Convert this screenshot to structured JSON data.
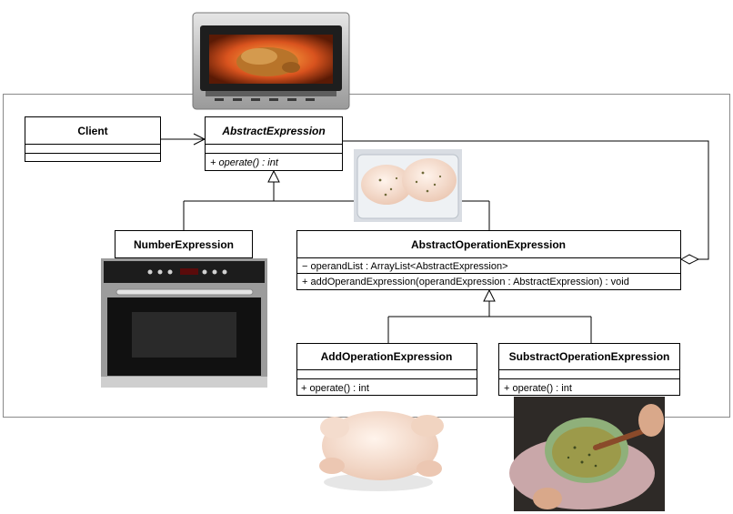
{
  "classes": {
    "client": {
      "name": "Client"
    },
    "abstract_expression": {
      "name": "AbstractExpression",
      "operation": "+ operate() : int"
    },
    "number_expression": {
      "name": "NumberExpression"
    },
    "abstract_operation_expression": {
      "name": "AbstractOperationExpression",
      "attribute": "− operandList : ArrayList<AbstractExpression>",
      "operation": "+ addOperandExpression(operandExpression : AbstractExpression) : void"
    },
    "add_operation_expression": {
      "name": "AddOperationExpression",
      "operation": "+ operate() : int"
    },
    "substract_operation_expression": {
      "name": "SubstractOperationExpression",
      "operation": "+ operate() : int"
    }
  },
  "colors": {
    "frame": "#8a8a8a",
    "oven_body": "#c9c9c9",
    "oven_window": "#c2410c",
    "chicken_roast": "#b8742a",
    "chicken_raw": "#f2d9c9",
    "built_in_oven": "#1c1c1c",
    "marinade_bowl": "#8fb07a"
  },
  "images": [
    "toaster-oven-roast-chicken",
    "seasoned-raw-chicken",
    "built-in-oven",
    "raw-whole-chicken",
    "herb-marinade-bowl"
  ]
}
